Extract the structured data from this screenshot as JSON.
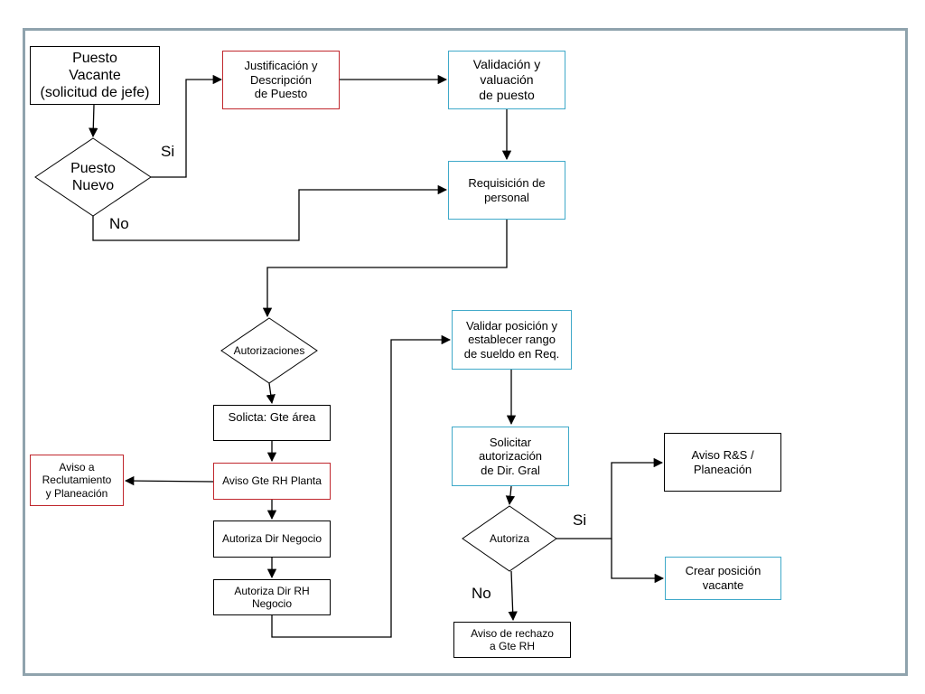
{
  "nodes": {
    "puesto_vacante": {
      "text": "Puesto\nVacante\n(solicitud de jefe)",
      "border": "#000000"
    },
    "puesto_nuevo": {
      "text": "Puesto\nNuevo"
    },
    "justificacion": {
      "text": "Justificación y\nDescripción\nde Puesto",
      "border": "#c0272d"
    },
    "validacion": {
      "text": "Validación y\nvaluación\nde puesto",
      "border": "#3fa9c9"
    },
    "requisicion": {
      "text": "Requisición de\npersonal",
      "border": "#3fa9c9"
    },
    "autorizaciones": {
      "text": "Autorizaciones"
    },
    "solicita_gte": {
      "text": "Solicta: Gte área",
      "border": "#000000"
    },
    "aviso_gte_rh": {
      "text": "Aviso Gte RH Planta",
      "border": "#c0272d"
    },
    "aviso_reclutamiento": {
      "text": "Aviso a\nReclutamiento\ny Planeación",
      "border": "#c0272d"
    },
    "autoriza_dir_negocio": {
      "text": "Autoriza Dir Negocio",
      "border": "#000000"
    },
    "autoriza_dir_rh": {
      "text": "Autoriza  Dir RH\nNegocio",
      "border": "#000000"
    },
    "validar_posicion": {
      "text": "Validar posición y\nestablecer  rango\nde sueldo en Req.",
      "border": "#3fa9c9"
    },
    "solicitar_autorizacion": {
      "text": "Solicitar\nautorización\nde Dir. Gral",
      "border": "#3fa9c9"
    },
    "autoriza": {
      "text": "Autoriza"
    },
    "aviso_rs": {
      "text": "Aviso R&S /\nPlaneación",
      "border": "#000000"
    },
    "crear_posicion": {
      "text": "Crear posición\nvacante",
      "border": "#3fa9c9"
    },
    "aviso_rechazo": {
      "text": "Aviso de rechazo\na Gte RH",
      "border": "#000000"
    }
  },
  "labels": {
    "si_1": "Si",
    "no_1": "No",
    "si_2": "Si",
    "no_2": "No"
  },
  "colors": {
    "frame": "#8fa3ad",
    "line": "#000000",
    "red": "#c0272d",
    "cyan": "#3fa9c9"
  }
}
